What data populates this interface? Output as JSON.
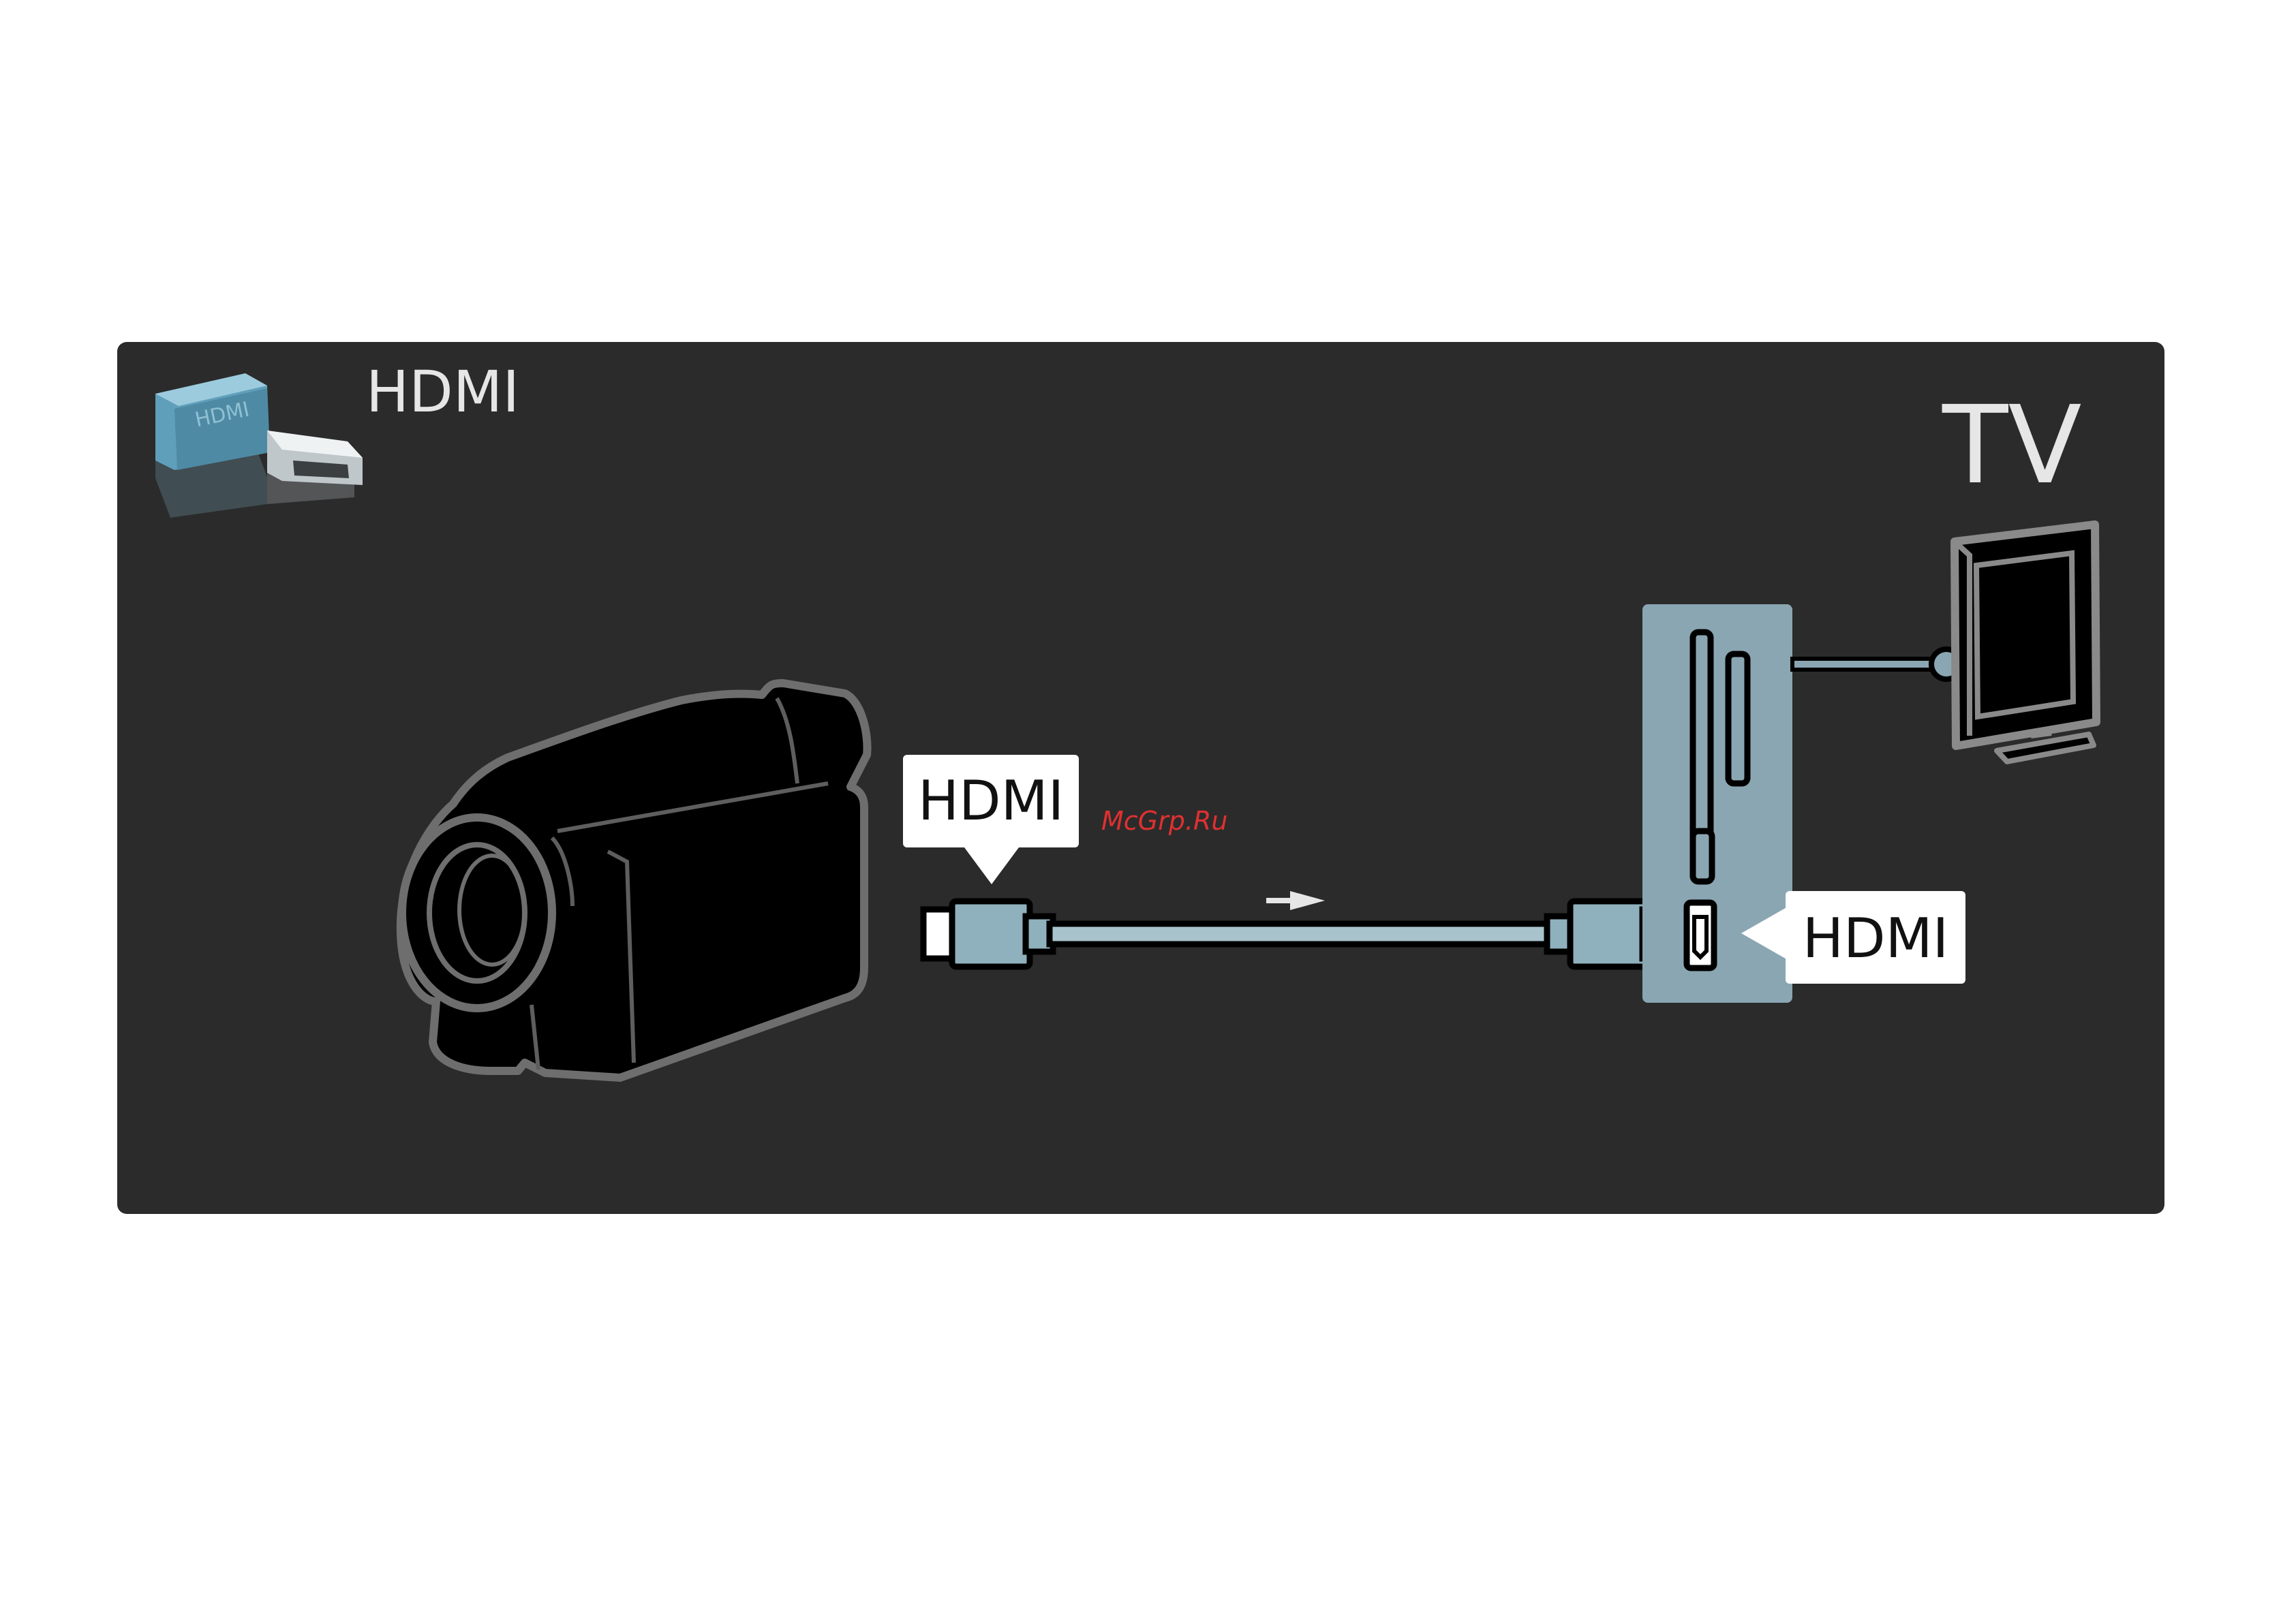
{
  "header": {
    "connector_label": "HDMI",
    "tv_label": "TV"
  },
  "source_callout": {
    "label": "HDMI"
  },
  "tv_callout": {
    "label": "HDMI"
  },
  "watermark": {
    "text": "McGrp.Ru"
  },
  "colors": {
    "panel": "#2b2b2b",
    "label_text": "#e6e6e6",
    "connector_blue": "#8fb0bd",
    "tv_panel": "#8aa6b2",
    "watermark": "#e03030",
    "callout_bg": "#ffffff"
  },
  "icons": {
    "connector": "hdmi-connector-icon",
    "camcorder": "camcorder-icon",
    "tv": "tv-icon",
    "arrow": "arrow-right-icon"
  }
}
